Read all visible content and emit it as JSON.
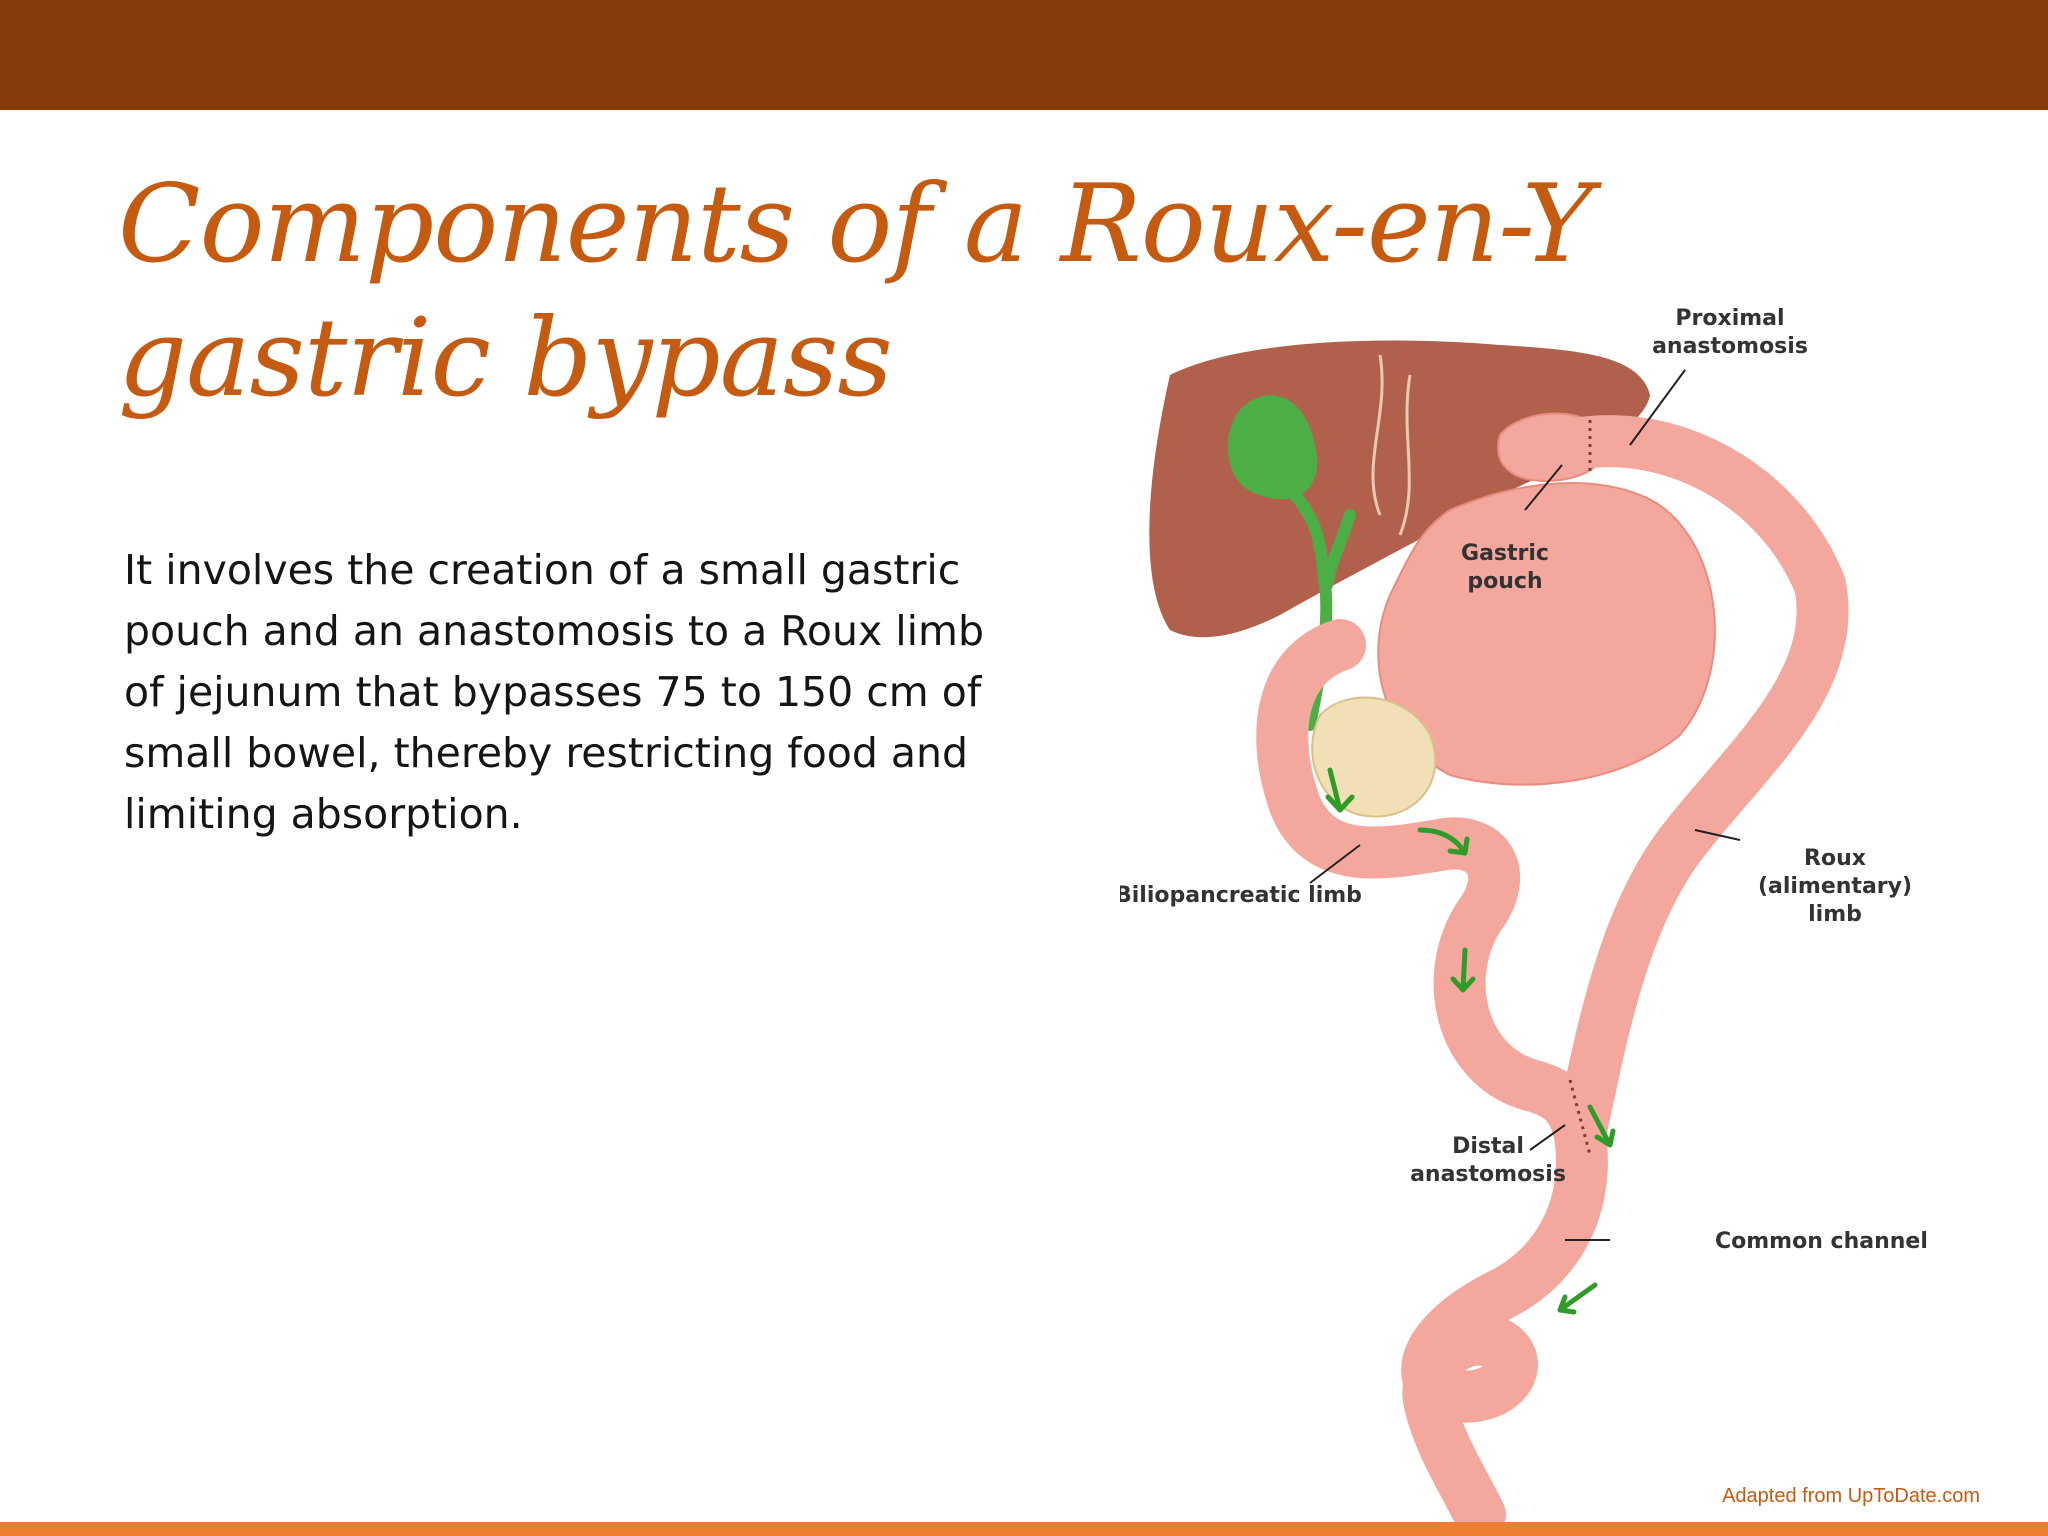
{
  "slide": {
    "title_line1": "Components of a Roux-en-Y",
    "title_line2": "gastric bypass",
    "body": "It involves the creation of a small gastric pouch and an anastomosis to a Roux limb of jejunum that bypasses 75 to 150 cm of small bowel, thereby restricting food and limiting absorption.",
    "credit": "Adapted from UpToDate.com"
  },
  "diagram": {
    "labels": {
      "proximal_1": "Proximal",
      "proximal_2": "anastomosis",
      "gastric_1": "Gastric",
      "gastric_2": "pouch",
      "biliopancreatic": "Biliopancreatic limb",
      "roux_1": "Roux",
      "roux_2": "(alimentary)",
      "roux_3": "limb",
      "distal_1": "Distal",
      "distal_2": "anastomosis",
      "common": "Common channel"
    }
  },
  "colors": {
    "top_bar": "#843c0c",
    "bottom_bar": "#ed7d31",
    "title": "#c55a11",
    "credit": "#c55a11",
    "liver": "#b1614b",
    "gallbladder": "#4caf45",
    "intestine": "#f4a79c",
    "arrow": "#2f9c2a"
  }
}
